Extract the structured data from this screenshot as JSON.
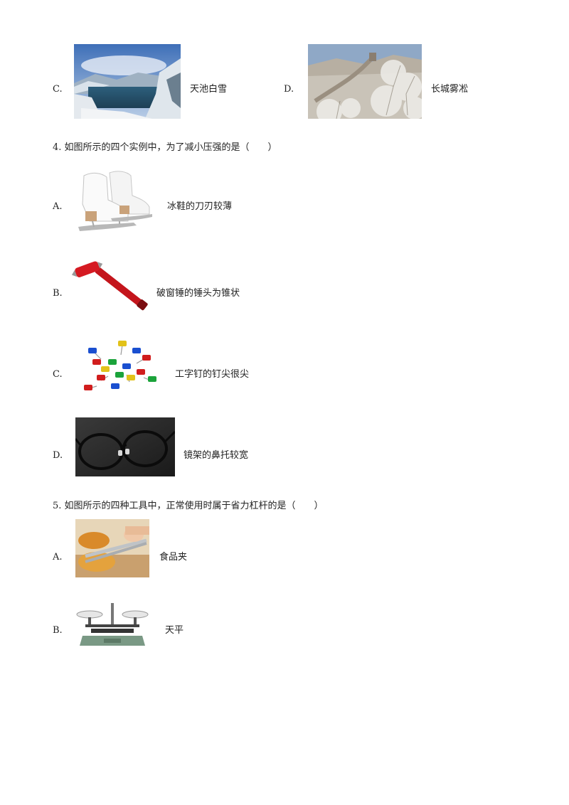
{
  "q3_tail": {
    "options": [
      {
        "letter": "C.",
        "caption": "天池白雪",
        "image": "tianchi-snow-lake-photo"
      },
      {
        "letter": "D.",
        "caption": "长城雾凇",
        "image": "great-wall-rime-photo"
      }
    ]
  },
  "q4": {
    "stem": "4. 如图所示的四个实例中，为了减小压强的是（　　）",
    "options": [
      {
        "letter": "A.",
        "caption": "冰鞋的刀刃较薄",
        "image": "ice-skates-photo"
      },
      {
        "letter": "B.",
        "caption": "破窗锤的锤头为锥状",
        "image": "emergency-hammer-photo"
      },
      {
        "letter": "C.",
        "caption": "工字钉的钉尖很尖",
        "image": "push-pins-photo"
      },
      {
        "letter": "D.",
        "caption": "镜架的鼻托较宽",
        "image": "eyeglasses-photo"
      }
    ]
  },
  "q5": {
    "stem": "5. 如图所示的四种工具中，正常使用时属于省力杠杆的是（　　）",
    "options": [
      {
        "letter": "A.",
        "caption": "食品夹",
        "image": "food-tongs-photo"
      },
      {
        "letter": "B.",
        "caption": "天平",
        "image": "balance-scale-photo"
      }
    ]
  }
}
